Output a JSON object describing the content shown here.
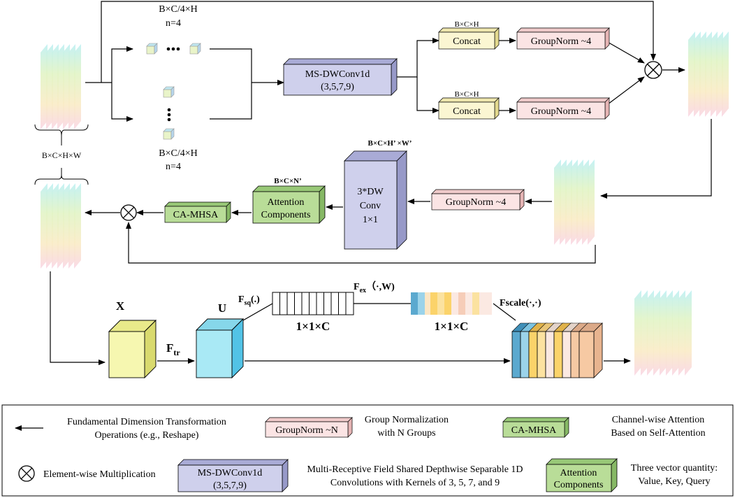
{
  "top": {
    "split_upper_dims": "B×C/4×H",
    "split_upper_n": "n=4",
    "split_lower_dims": "B×C/4×H",
    "split_lower_n": "n=4",
    "ms_conv_line1": "MS-DWConv1d",
    "ms_conv_line2": "(3,5,7,9)",
    "concat_top_dims": "B×C×H",
    "concat_bottom_dims": "B×C×H",
    "concat_label": "Concat",
    "groupnorm4_label": "GroupNorm ~4",
    "input_dims": "B×C×H×W"
  },
  "middle": {
    "dwconv_dims": "B×C×H’ ×W’",
    "dwconv_line1": "3*DW",
    "dwconv_line2": "Conv",
    "dwconv_line3": "1×1",
    "groupnorm4_label": "GroupNorm ~4",
    "attn_dims": "B×C×N’",
    "attn_line1": "Attention",
    "attn_line2": "Components",
    "ca_mhsa_label": "CA-MHSA"
  },
  "se": {
    "x_label": "X",
    "u_label": "U",
    "ftr_main": "F",
    "ftr_sub": "tr",
    "fsq_main": "F",
    "fsq_sub": "sq",
    "fsq_suffix": "(.)",
    "fex_main": "F",
    "fex_sub": "ex",
    "fex_suffix": "（·,W)",
    "fscale_label": "Fscale(·,·)",
    "vec1_label": "1×1×C",
    "vec2_label": "1×1×C"
  },
  "legend": {
    "arrow_desc_line1": "Fundamental Dimension Transformation",
    "arrow_desc_line2": "Operations (e.g., Reshape)",
    "groupnorm_n_label": "GroupNorm ~N",
    "groupnorm_desc_line1": "Group Normalization",
    "groupnorm_desc_line2": "with N Groups",
    "ca_mhsa_label": "CA-MHSA",
    "ca_mhsa_desc_line1": "Channel-wise Attention",
    "ca_mhsa_desc_line2": "Based on Self-Attention",
    "mult_desc": "Element-wise Multiplication",
    "ms_conv_line1": "MS-DWConv1d",
    "ms_conv_line2": "(3,5,7,9)",
    "ms_desc_line1": "Multi-Receptive Field Shared Depthwise Separable 1D",
    "ms_desc_line2": "Convolutions with Kernels of 3, 5, 7, and 9",
    "attn_line1": "Attention",
    "attn_line2": "Components",
    "attn_desc_line1": "Three vector quantity:",
    "attn_desc_line2": "Value, Key, Query"
  },
  "colors": {
    "concat_fill": "#fbf6d2",
    "groupnorm_fill": "#fbe4e4",
    "ms_conv_fill": "#cfd0ec",
    "attn_fill": "#b9dd98",
    "dwconv_fill": "#cfd0ec",
    "x_cube_fill": "#f6f7b0",
    "u_cube_fill": "#a9e9f5",
    "stripe_blue": "#5ba9cf",
    "stripe_yellow": "#fbd36a",
    "stripe_peach": "#f6c9a3",
    "stripe_pale": "#fbe9e2"
  }
}
